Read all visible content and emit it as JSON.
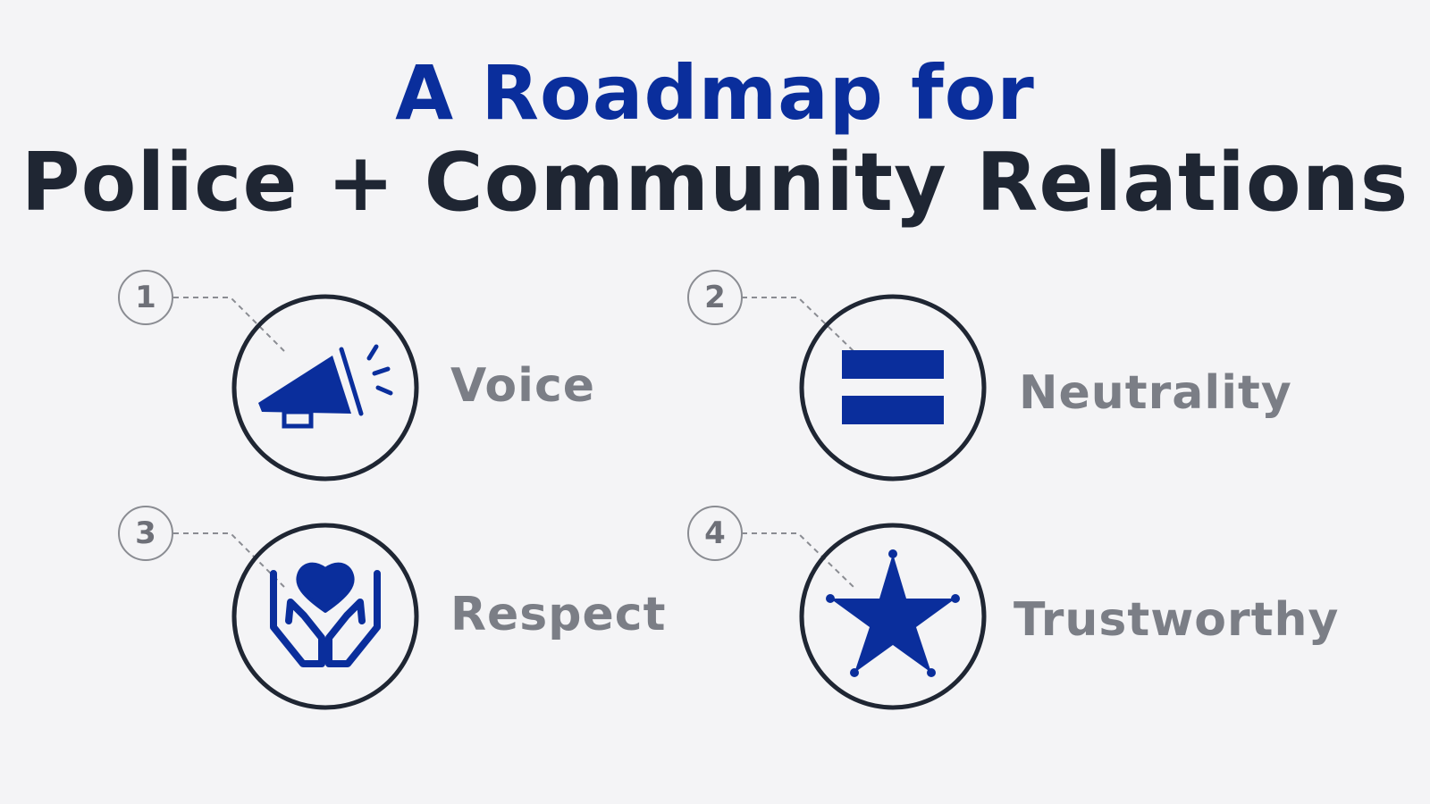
{
  "title": {
    "line1": "A Roadmap for",
    "line2": "Police + Community Relations"
  },
  "items": [
    {
      "number": "1",
      "label": "Voice",
      "icon": "megaphone-icon"
    },
    {
      "number": "2",
      "label": "Neutrality",
      "icon": "equals-icon"
    },
    {
      "number": "3",
      "label": "Respect",
      "icon": "hands-heart-icon"
    },
    {
      "number": "4",
      "label": "Trustworthy",
      "icon": "sheriff-star-icon"
    }
  ],
  "colors": {
    "background": "#f4f4f6",
    "accent_blue": "#0a2e9c",
    "dark_navy": "#1f2633",
    "label_gray": "#7b7e86",
    "number_circle": "#8a8c92"
  }
}
